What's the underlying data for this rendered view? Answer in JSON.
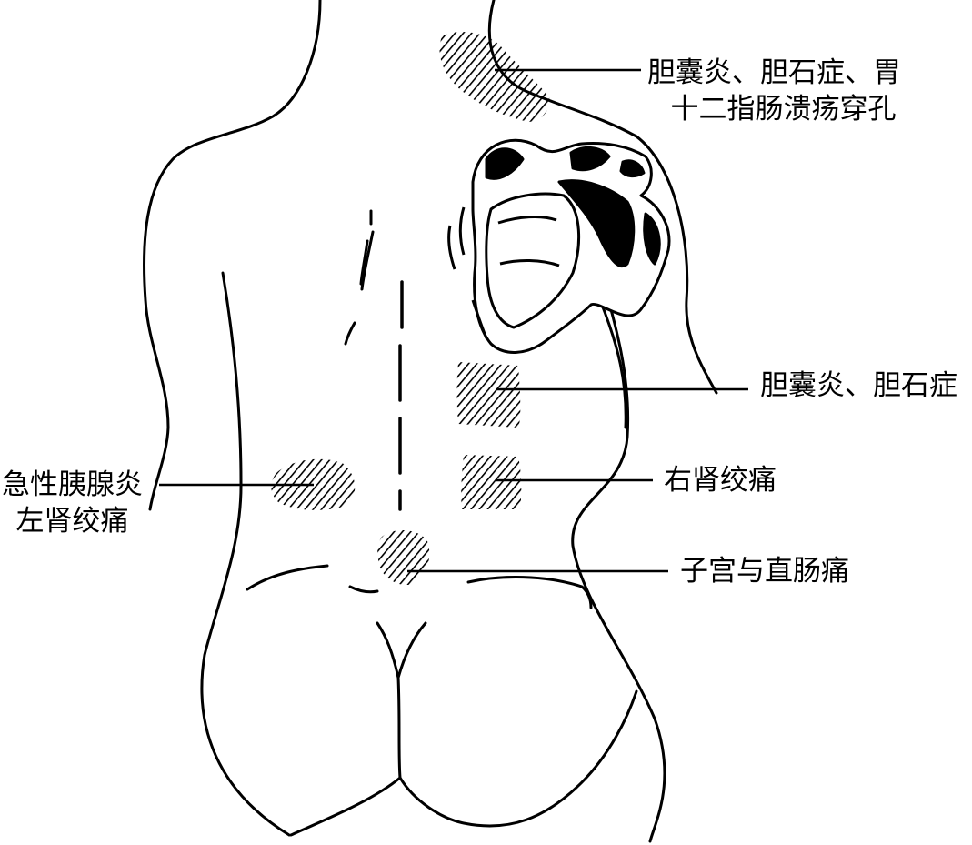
{
  "figure": {
    "line_color": "#000000",
    "hatch_color": "#000000",
    "background": "#ffffff"
  },
  "annotations": [
    {
      "id": "shoulder",
      "lines": [
        "胆囊炎、胆石症、胃",
        "十二指肠溃疡穿孔"
      ]
    },
    {
      "id": "right-upper-back",
      "lines": [
        "胆囊炎、胆石症"
      ]
    },
    {
      "id": "right-kidney",
      "lines": [
        "右肾绞痛"
      ]
    },
    {
      "id": "left-flank",
      "lines": [
        "急性胰腺炎",
        "左肾绞痛"
      ]
    },
    {
      "id": "sacral",
      "lines": [
        "子宫与直肠痛"
      ]
    }
  ]
}
